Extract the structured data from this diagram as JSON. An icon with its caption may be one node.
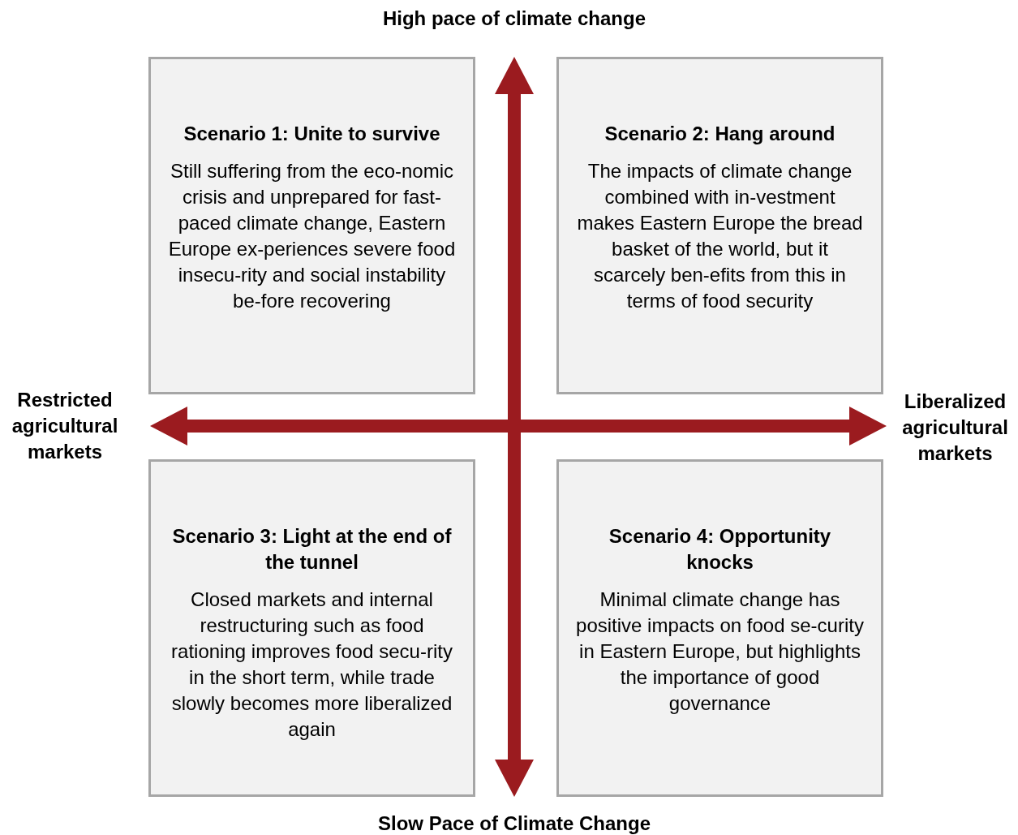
{
  "diagram": {
    "nodes": [
      {
        "text": [
          "Scenario 1: Unite to survive",
          "Still suffering from the eco-nomic crisis and unprepared for fast-paced climate change, Eastern Europe ex-periences severe food insecu-rity and social instability be-fore recovering"
        ]
      },
      {
        "text": [
          "Scenario 2: Hang around",
          "The impacts of climate change combined with in-vestment makes Eastern Europe the bread basket of the world, but it scarcely ben-efits from this in terms of food security"
        ]
      },
      {
        "text": [
          "Scenario 3: Light at the end of the tunnel",
          "Closed markets and internal restructuring such as food rationing improves food secu-rity in the short term, while trade slowly becomes more liberalized again"
        ]
      },
      {
        "text": [
          "Scenario 4: Opportunity knocks",
          "Minimal climate change has positive impacts on food se-curity in Eastern Europe, but highlights the importance of good governance"
        ]
      }
    ],
    "labels": [
      "High pace of climate change",
      "Restricted agricultural markets",
      "Liberalized agricultural markets",
      "Slow Pace of Climate Change"
    ]
  }
}
